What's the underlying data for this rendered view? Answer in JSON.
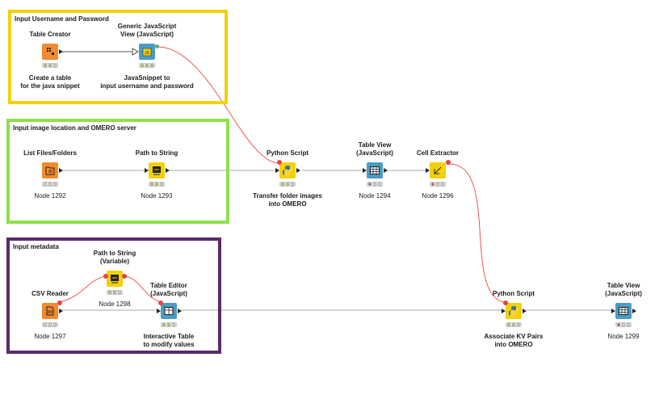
{
  "annotations": [
    {
      "id": "a1",
      "title": "Input Username and Password",
      "color": "#f2d10a"
    },
    {
      "id": "a2",
      "title": "Input image location and OMERO server",
      "color": "#8ee04a"
    },
    {
      "id": "a3",
      "title": "Input metadata",
      "color": "#5a2a6a"
    }
  ],
  "nodes": {
    "table_creator": {
      "title": "Table Creator",
      "label": "Create a table\nfor the java snippet"
    },
    "generic_js": {
      "title": "Generic JavaScript\nView (JavaScript)",
      "label": "JavaSnippet to\ninput username and password"
    },
    "list_files": {
      "title": "List Files/Folders",
      "label": "Node 1292"
    },
    "path_to_string": {
      "title": "Path to String",
      "label": "Node 1293"
    },
    "python_script_1": {
      "title": "Python Script",
      "label": "Transfer folder images\ninto OMERO"
    },
    "table_view_1": {
      "title": "Table View\n(JavaScript)",
      "label": "Node 1294"
    },
    "cell_extractor": {
      "title": "Cell Extractor",
      "label": "Node 1296"
    },
    "path_to_string_var": {
      "title": "Path to String\n(Variable)",
      "label": "Node 1298"
    },
    "csv_reader": {
      "title": "CSV Reader",
      "label": "Node 1297"
    },
    "table_editor": {
      "title": "Table Editor\n(JavaScript)",
      "label": "Interactive Table\nto modify values"
    },
    "python_script_2": {
      "title": "Python Script",
      "label": "Associate KV Pairs\ninto OMERO"
    },
    "table_view_2": {
      "title": "Table View\n(JavaScript)",
      "label": "Node 1299"
    }
  },
  "colors": {
    "source": "#f28a30",
    "manipulator": "#f2d10a",
    "view": "#4a9cc4",
    "data_edge": "#999999",
    "variable_edge": "#ee5555"
  },
  "icons": {
    "table_creator": "table-grid-icon",
    "generic_js": "javascript-view-icon",
    "list_files": "folder-list-icon",
    "path_to_string": "path-convert-icon",
    "python_script_1": "python-icon",
    "table_view_1": "table-view-icon",
    "cell_extractor": "cell-extract-icon",
    "path_to_string_var": "path-convert-icon",
    "csv_reader": "csv-file-icon",
    "table_editor": "table-edit-icon",
    "python_script_2": "python-icon",
    "table_view_2": "table-view-icon"
  },
  "status_lights": {
    "table_creator": [
      "yellow",
      "yellow",
      "off"
    ],
    "generic_js": [
      "yellow",
      "yellow",
      "yellow"
    ],
    "list_files": [
      "off",
      "off",
      "off"
    ],
    "path_to_string": [
      "yellow",
      "yellow",
      "off"
    ],
    "python_script_1": [
      "yellow",
      "yellow",
      "off"
    ],
    "table_view_1": [
      "red",
      "off",
      "off"
    ],
    "cell_extractor": [
      "red",
      "off",
      "off"
    ],
    "path_to_string_var": [
      "yellow",
      "yellow",
      "off"
    ],
    "csv_reader": [
      "off",
      "off",
      "off"
    ],
    "table_editor": [
      "yellow",
      "yellow",
      "off"
    ],
    "python_script_2": [
      "yellow",
      "yellow",
      "off"
    ],
    "table_view_2": [
      "red",
      "off",
      "off"
    ]
  }
}
